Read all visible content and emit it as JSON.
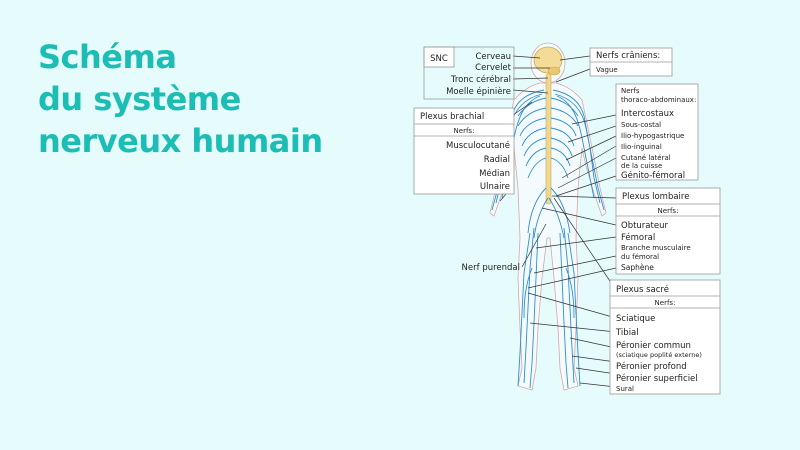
{
  "title": {
    "line1": "Schéma",
    "line2": "du système",
    "line3": "nerveux humain"
  },
  "colors": {
    "title": "#1bbdb4",
    "background": "#e6fbfb",
    "nerve": "#2e8fd0",
    "spine": "#f0d890",
    "box_border": "#9a9a9a"
  },
  "diagram": {
    "snc": {
      "header": "SNC",
      "items": [
        "Cerveau",
        "Cervelet",
        "Tronc cérébral",
        "Moelle épinière"
      ]
    },
    "cranial": {
      "header": "Nerfs crâniens:",
      "items": [
        "Vague"
      ]
    },
    "thoraco": {
      "header_line1": "Nerfs",
      "header_line2": "thoraco-abdominaux:",
      "items": [
        "Intercostaux",
        "Sous-costal",
        "Ilio-hypogastrique",
        "Ilio-inguinal",
        "Cutané latéral",
        "de la cuisse",
        "Génito-fémoral"
      ]
    },
    "brachial": {
      "header": "Plexus brachial",
      "sub": "Nerfs:",
      "items": [
        "Musculocutané",
        "Radial",
        "Médian",
        "Ulnaire"
      ]
    },
    "lombaire": {
      "header": "Plexus lombaire",
      "sub": "Nerfs:",
      "items": [
        "Obturateur",
        "Fémoral",
        "Branche musculaire",
        "du fémoral",
        "Saphène"
      ]
    },
    "pudendal": "Nerf purendal",
    "sacre": {
      "header": "Plexus sacré",
      "sub": "Nerfs:",
      "items": [
        "Sciatique",
        "Tibial",
        "Péronier commun",
        "(sciatique poplité externe)",
        "Péronier profond",
        "Péronier superficiel",
        "Sural"
      ]
    }
  }
}
